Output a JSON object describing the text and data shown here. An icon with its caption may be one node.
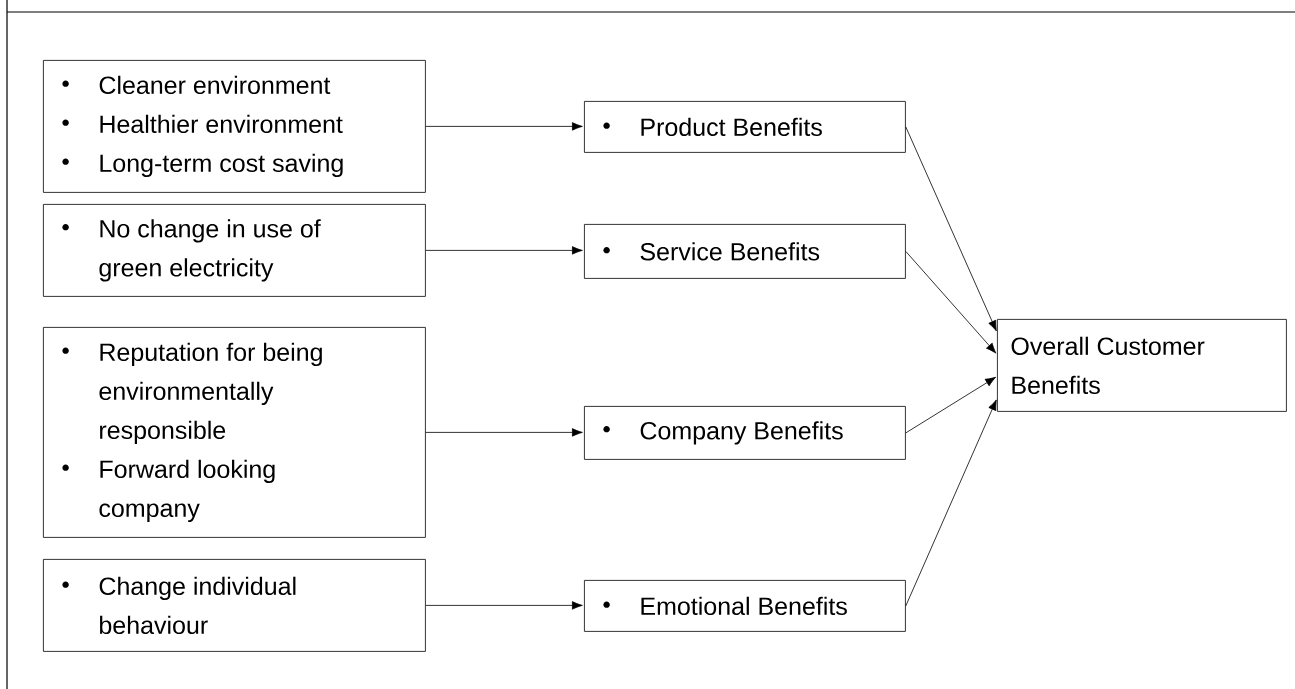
{
  "diagram": {
    "nodes": [
      {
        "text": [
          "Cleaner environment",
          "Healthier environment",
          "Long-term cost saving"
        ]
      },
      {
        "text": [
          "Product Benefits"
        ]
      },
      {
        "text": [
          "No change in use of green electricity"
        ]
      },
      {
        "text": [
          "Service Benefits"
        ]
      },
      {
        "text": [
          "Reputation for being environmentally responsible",
          "Forward looking company"
        ]
      },
      {
        "text": [
          "Company Benefits"
        ]
      },
      {
        "text": [
          "Change individual behaviour"
        ]
      },
      {
        "text": [
          "Emotional Benefits"
        ]
      },
      {
        "text": [
          "Overall Customer Benefits"
        ]
      }
    ],
    "edges": [
      {
        "from": 0,
        "to": 1,
        "arrow": "to"
      },
      {
        "from": 2,
        "to": 3,
        "arrow": "to"
      },
      {
        "from": 4,
        "to": 5,
        "arrow": "to"
      },
      {
        "from": 6,
        "to": 7,
        "arrow": "to"
      },
      {
        "from": 1,
        "to": 8,
        "arrow": "to"
      },
      {
        "from": 3,
        "to": 8,
        "arrow": "to"
      },
      {
        "from": 5,
        "to": 8,
        "arrow": "to"
      },
      {
        "from": 7,
        "to": 8,
        "arrow": "to"
      }
    ]
  }
}
